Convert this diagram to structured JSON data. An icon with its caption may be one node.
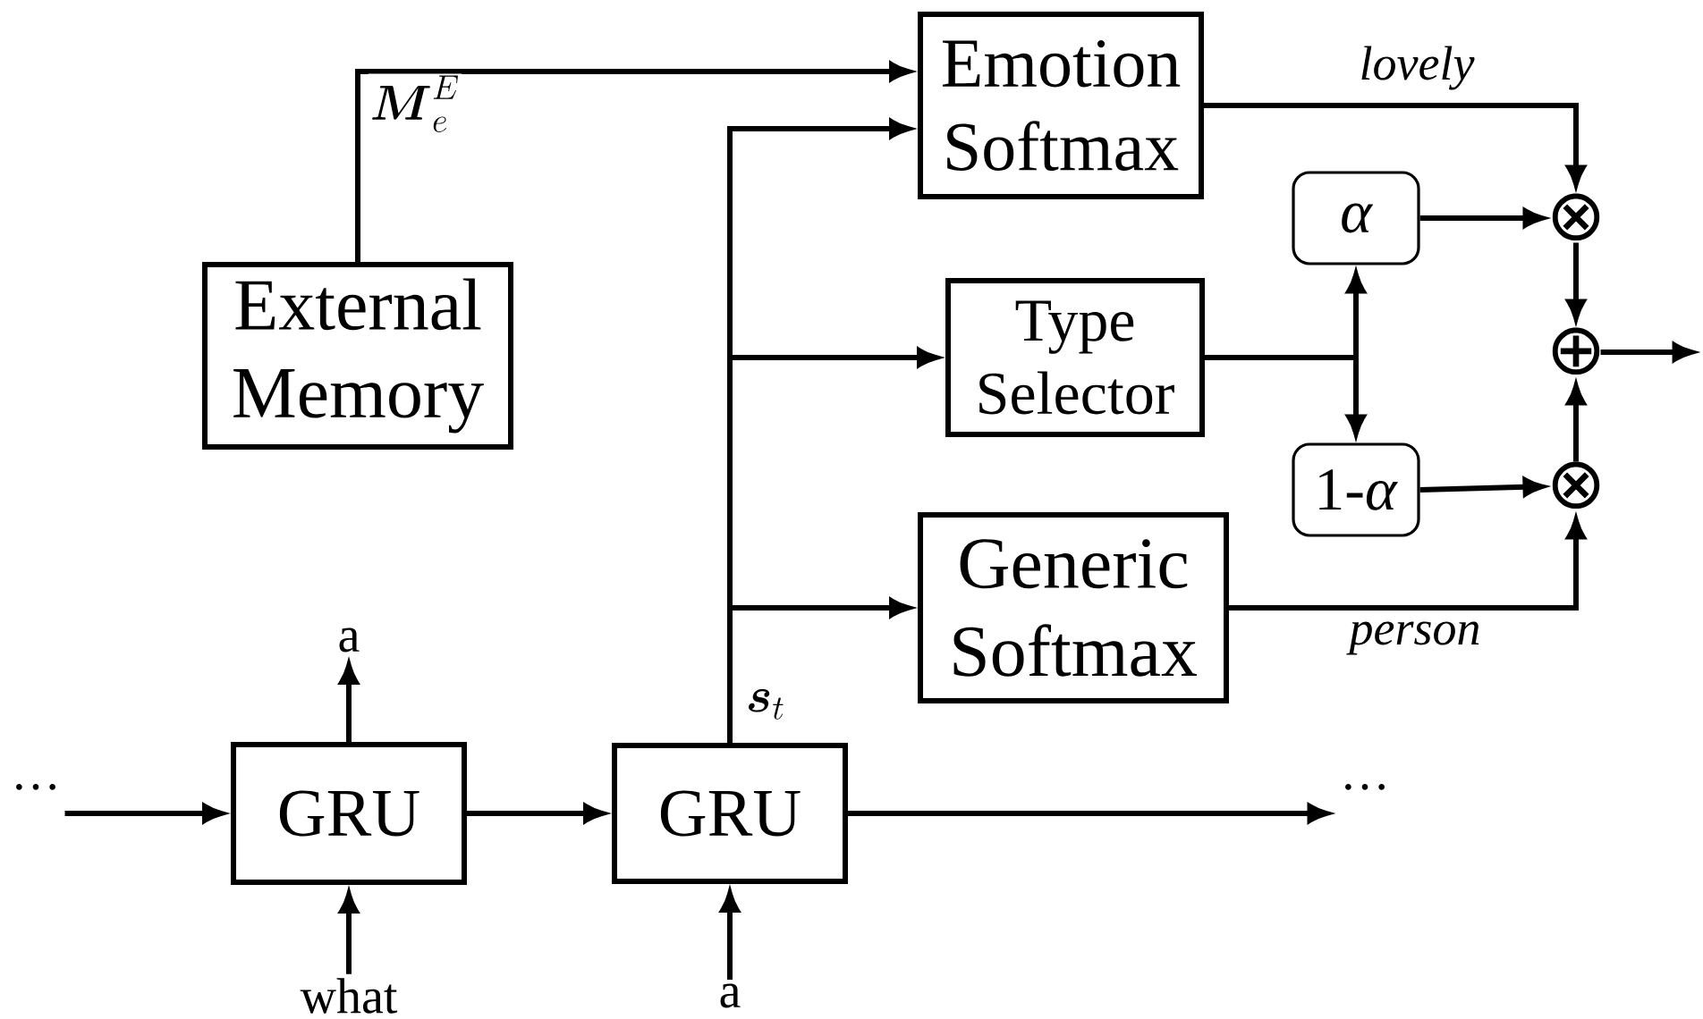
{
  "diagram": {
    "nodes": [
      {
        "text": [
          "Emotion Softmax"
        ]
      },
      {
        "text": [
          "External Memory"
        ]
      },
      {
        "text": [
          "α"
        ]
      },
      {
        "text": [
          "Type Selector"
        ]
      },
      {
        "text": [
          "1-*α*"
        ]
      },
      {
        "text": [
          "Generic Softmax"
        ]
      },
      {
        "text": [
          "⊗"
        ]
      },
      {
        "text": [
          "⊕"
        ]
      },
      {
        "text": [
          "⊗"
        ]
      },
      {
        "text": [
          "GRU"
        ]
      },
      {
        "text": [
          "GRU"
        ]
      },
      {
        "text": [
          "···"
        ]
      },
      {
        "text": [
          "a"
        ]
      },
      {
        "text": [
          "what"
        ]
      },
      {
        "text": [
          "a"
        ]
      },
      {
        "text": [
          "···"
        ]
      }
    ],
    "edges": [
      {
        "from": 1,
        "to": 0,
        "arrow": "to",
        "label": "\\boldsymbol{M}_{e}^{E}"
      },
      {
        "from": 10,
        "to": 0,
        "arrow": "to",
        "label": "\\boldsymbol{s}_{t}"
      },
      {
        "from": 10,
        "to": 3,
        "arrow": "to"
      },
      {
        "from": 10,
        "to": 5,
        "arrow": "to"
      },
      {
        "from": 0,
        "to": 6,
        "arrow": "to",
        "label": "lovely"
      },
      {
        "from": 3,
        "to": 2,
        "arrow": "to"
      },
      {
        "from": 3,
        "to": 4,
        "arrow": "to"
      },
      {
        "from": 2,
        "to": 6,
        "arrow": "to"
      },
      {
        "from": 4,
        "to": 8,
        "arrow": "to"
      },
      {
        "from": 5,
        "to": 8,
        "arrow": "to",
        "label": "person"
      },
      {
        "from": 6,
        "to": 7,
        "arrow": "to"
      },
      {
        "from": 8,
        "to": 7,
        "arrow": "to"
      },
      {
        "from": 7,
        "to": null,
        "arrow": "to"
      },
      {
        "from": 11,
        "to": 9,
        "arrow": "to"
      },
      {
        "from": 9,
        "to": 12,
        "arrow": "to"
      },
      {
        "from": 13,
        "to": 9,
        "arrow": "to"
      },
      {
        "from": 9,
        "to": 10,
        "arrow": "to"
      },
      {
        "from": 14,
        "to": 10,
        "arrow": "to"
      },
      {
        "from": 10,
        "to": 15,
        "arrow": "to"
      }
    ]
  }
}
